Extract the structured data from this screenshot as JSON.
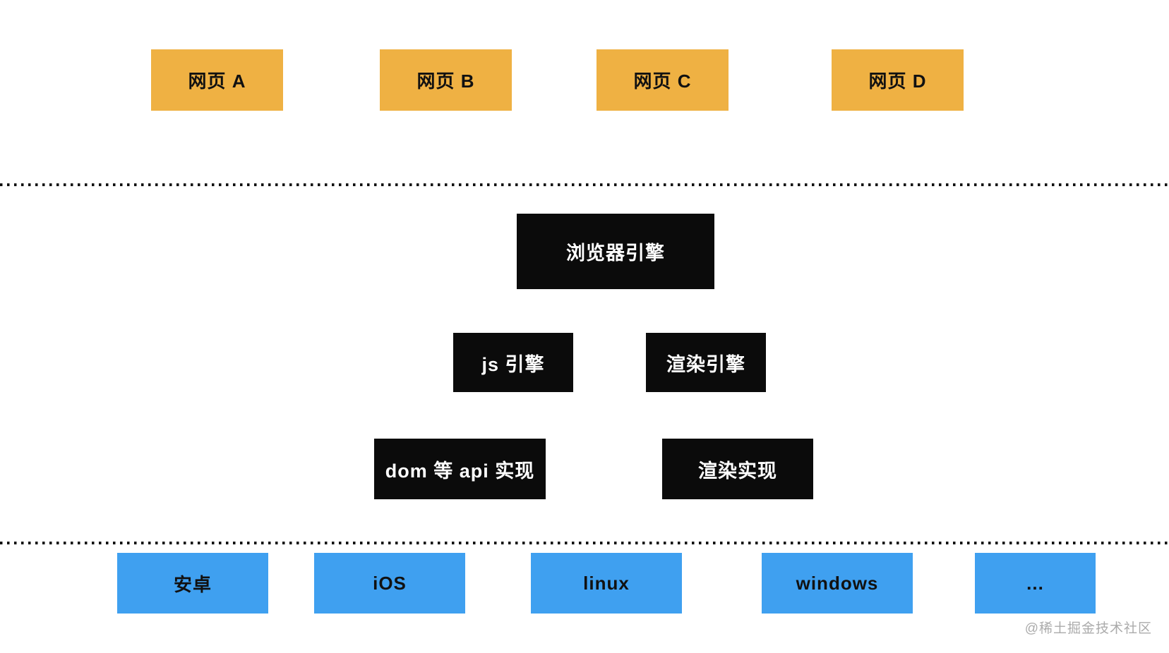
{
  "colors": {
    "background": "#FFFFFF",
    "webpage_box": "#EFB143",
    "engine_box": "#0B0B0B",
    "platform_box": "#3FA0F0",
    "box_text_dark": "#111111",
    "box_text_light": "#FFFFFF",
    "separator_dot": "#111111",
    "watermark_text": "#ABABAB"
  },
  "diagram": {
    "webpages": {
      "items": [
        {
          "label": "网页 A"
        },
        {
          "label": "网页 B"
        },
        {
          "label": "网页 C"
        },
        {
          "label": "网页 D"
        }
      ]
    },
    "browser_engine": {
      "label": "浏览器引擎"
    },
    "engines": {
      "items": [
        {
          "label": "js 引擎"
        },
        {
          "label": "渲染引擎"
        }
      ]
    },
    "implementations": {
      "items": [
        {
          "label": "dom 等 api 实现"
        },
        {
          "label": "渲染实现"
        }
      ]
    },
    "platforms": {
      "items": [
        {
          "label": "安卓"
        },
        {
          "label": "iOS"
        },
        {
          "label": "linux"
        },
        {
          "label": "windows"
        },
        {
          "label": "..."
        }
      ]
    }
  },
  "watermark": {
    "text": "@稀土掘金技术社区"
  }
}
